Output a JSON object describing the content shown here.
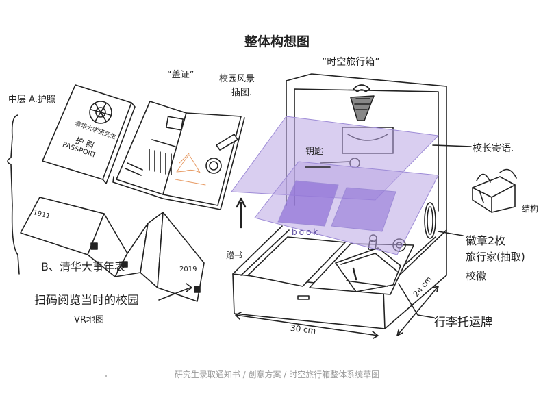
{
  "title": "整体构想图",
  "caption": "研究生录取通知书 / 创意方案 / 时空旅行箱整体系统草图",
  "annotations": {
    "suitcase": "“时空旅行箱”",
    "stamp": "“盖证”",
    "campus_illustration_line1": "校园风景",
    "campus_illustration_line2": "插图.",
    "middle_layer": "中层 A.护照",
    "passport_line1": "清华大学研究生",
    "passport_line2": "护 照",
    "passport_line3": "PASSPORT",
    "passport_year_start": "1911",
    "events_b": "B、清华大事年表",
    "scan_line1": "扫码阅览当时的校园",
    "scan_line2": "VR地图",
    "passport_year_end": "2019",
    "key": "钥匙",
    "book": "book",
    "gift_book": "赠书",
    "motto": "校长寄语.",
    "structure": "结构",
    "badges_line1": "徽章2枚",
    "badges_line2": "旅行家(抽取)",
    "badges_line3": "校徽",
    "width_dim": "30 cm",
    "depth_dim": "24 cm",
    "luggage_tag": "行李托运牌"
  },
  "colors": {
    "ink": "#222222",
    "purple_plane": "#b9a6e3",
    "purple_deep": "#8d6fd6",
    "orange_sketch": "#e79a63",
    "caption_gray": "#9a9a9a"
  }
}
